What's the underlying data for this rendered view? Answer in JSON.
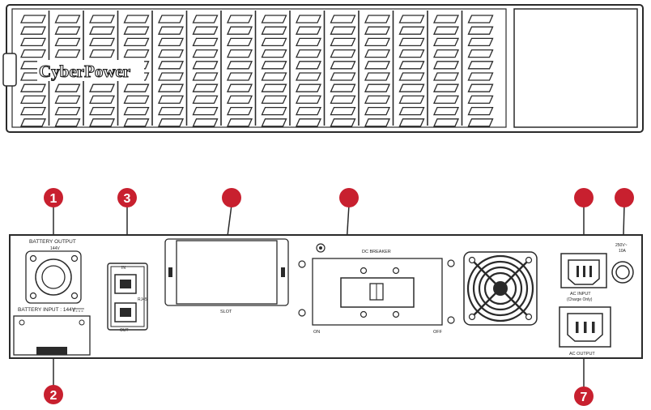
{
  "brand": {
    "logo_text": "CyberPower"
  },
  "colors": {
    "callout": "#c8202f",
    "line": "#2a2a2a",
    "background": "#ffffff"
  },
  "callouts": [
    {
      "id": "1",
      "label": "1"
    },
    {
      "id": "2",
      "label": "2"
    },
    {
      "id": "3",
      "label": "3"
    },
    {
      "id": "4",
      "label": ""
    },
    {
      "id": "5",
      "label": ""
    },
    {
      "id": "6",
      "label": ""
    },
    {
      "id": "7",
      "label": ""
    },
    {
      "id": "8",
      "label": "7"
    }
  ],
  "panel_labels": {
    "battery_output": "BATTERY OUTPUT",
    "battery_output_sub": "144V",
    "battery_input": "BATTERY INPUT : 144V",
    "port_in": "IN",
    "port_rj45": "RJ45",
    "port_out": "OUT",
    "slot": "SLOT",
    "dc_breaker": "DC BREAKER",
    "breaker_on": "ON",
    "breaker_off": "OFF",
    "fuse_rating_1": "250V~",
    "fuse_rating_2": "10A",
    "ac_input": "AC INPUT",
    "ac_input_sub": "(Charge Only)",
    "ac_output": "AC OUTPUT"
  }
}
